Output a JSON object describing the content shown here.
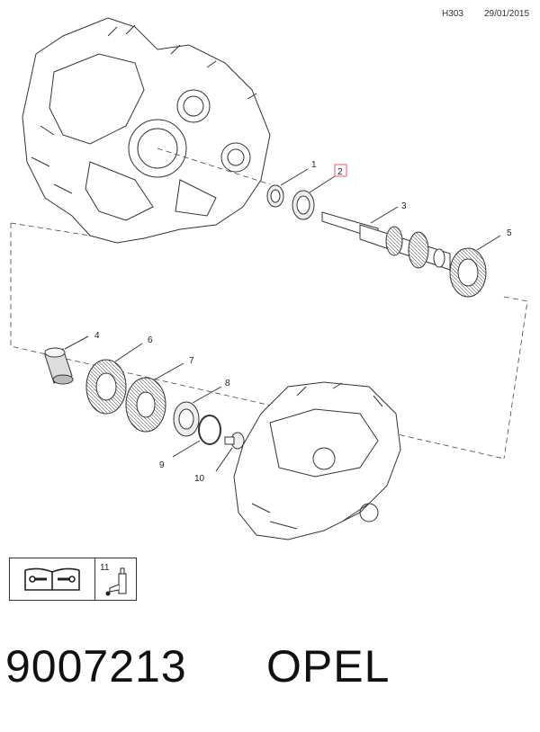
{
  "header": {
    "code": "H303",
    "date": "29/01/2015"
  },
  "callouts": {
    "c1": "1",
    "c2": "2",
    "c3": "3",
    "c4": "4",
    "c5": "5",
    "c6": "6",
    "c7": "7",
    "c8": "8",
    "c9": "9",
    "c10": "10",
    "c11": "11"
  },
  "legend": {
    "icon_left": "service-manual-icon",
    "icon_right": "grease-gun-icon",
    "item_number": "11"
  },
  "footer": {
    "part_number": "9007213",
    "brand": "OPEL"
  },
  "colors": {
    "line": "#333333",
    "highlight": "#e05a6a"
  }
}
